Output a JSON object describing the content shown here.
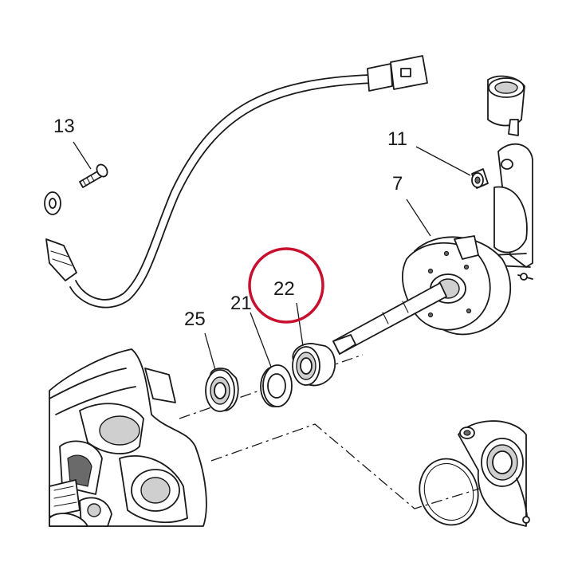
{
  "labels": {
    "part_13": "13",
    "part_11": "11",
    "part_7": "7",
    "part_22": "22",
    "part_21": "21",
    "part_25": "25"
  },
  "colors": {
    "line": "#1a1a1a",
    "highlight_circle": "#c8102e",
    "background": "#ffffff"
  },
  "highlighted_part": "22"
}
